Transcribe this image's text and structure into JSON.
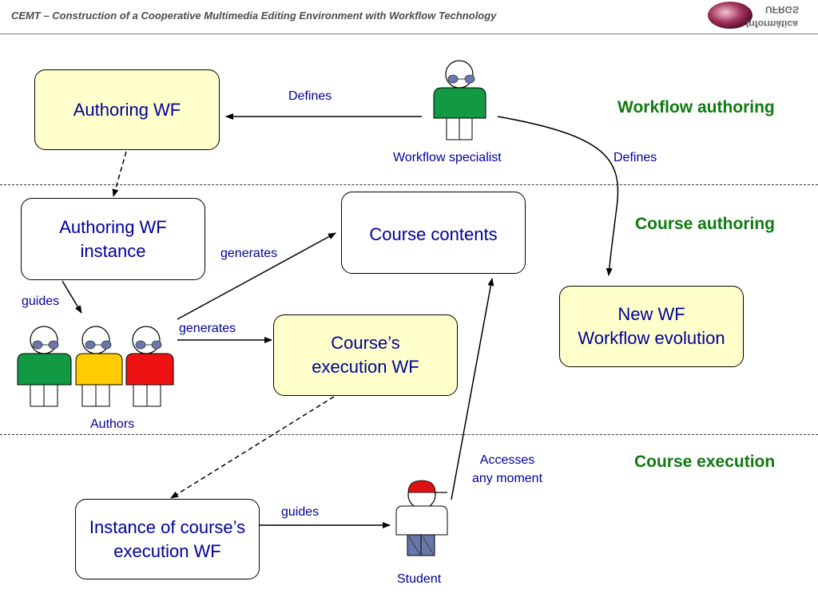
{
  "header": {
    "title": "CEMT – Construction of a Cooperative Multimedia Editing Environment with Workflow Technology",
    "logo_text_1": "UFRGS",
    "logo_text_2": "Informática"
  },
  "sections": {
    "workflow_authoring": "Workflow authoring",
    "course_authoring": "Course authoring",
    "course_execution": "Course execution"
  },
  "boxes": {
    "authoring_wf": "Authoring WF",
    "authoring_wf_instance_1": "Authoring WF",
    "authoring_wf_instance_2": "instance",
    "course_contents": "Course contents",
    "course_execution_wf_1": "Course’s",
    "course_execution_wf_2": "execution WF",
    "new_wf_1": "New WF",
    "new_wf_2": "Workflow evolution",
    "instance_course_exec_1": "Instance of course’s",
    "instance_course_exec_2": "execution WF"
  },
  "labels": {
    "defines_top": "Defines",
    "defines_right": "Defines",
    "workflow_specialist": "Workflow specialist",
    "generates_1": "generates",
    "generates_2": "generates",
    "guides_1": "guides",
    "guides_2": "guides",
    "authors": "Authors",
    "accesses_1": "Accesses",
    "accesses_2": "any moment",
    "student": "Student"
  },
  "colors": {
    "text_blue": "#000099",
    "section_green": "#0f7a0f",
    "box_yellow": "#ffffcc",
    "person_green": "#119944",
    "person_yellow": "#ffcc00",
    "person_red": "#ee1111",
    "student_cap_red": "#dd1111",
    "student_legs_blue": "#6677aa"
  }
}
